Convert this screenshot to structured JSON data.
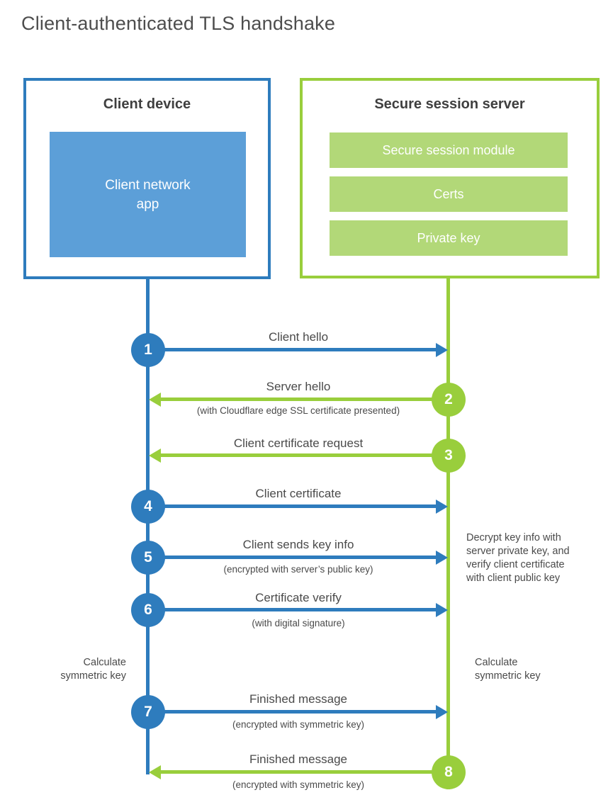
{
  "title": "Client-authenticated TLS handshake",
  "colors": {
    "blue_dark": "#2e7cbd",
    "blue_fill": "#5c9fd8",
    "green_bright": "#99ce3c",
    "green_fill": "#b2d878",
    "text": "#4a4a4a"
  },
  "client_box": {
    "title": "Client device",
    "app_lines": [
      "Client network",
      "app"
    ]
  },
  "server_box": {
    "title": "Secure session server",
    "modules": [
      "Secure session module",
      "Certs",
      "Private key"
    ]
  },
  "steps": [
    {
      "number": "1",
      "label": "Client hello",
      "sublabel": "",
      "from": "client",
      "direction": "right"
    },
    {
      "number": "2",
      "label": "Server hello",
      "sublabel": "(with Cloudflare edge SSL certificate presented)",
      "from": "server",
      "direction": "left"
    },
    {
      "number": "3",
      "label": "Client certificate request",
      "sublabel": "",
      "from": "server",
      "direction": "left"
    },
    {
      "number": "4",
      "label": "Client certificate",
      "sublabel": "",
      "from": "client",
      "direction": "right"
    },
    {
      "number": "5",
      "label": "Client sends key info",
      "sublabel": "(encrypted with server’s public key)",
      "from": "client",
      "direction": "right"
    },
    {
      "number": "6",
      "label": "Certificate verify",
      "sublabel": "(with digital signature)",
      "from": "client",
      "direction": "right"
    },
    {
      "number": "7",
      "label": "Finished message",
      "sublabel": "(encrypted with symmetric key)",
      "from": "client",
      "direction": "right"
    },
    {
      "number": "8",
      "label": "Finished message",
      "sublabel": "(encrypted with symmetric key)",
      "from": "server",
      "direction": "left"
    }
  ],
  "notes": {
    "decrypt": {
      "lines": [
        "Decrypt key info with",
        "server private key, and",
        "verify client certificate",
        "with client public key"
      ]
    },
    "calc_left": {
      "lines": [
        "Calculate",
        "symmetric key"
      ]
    },
    "calc_right": {
      "lines": [
        "Calculate",
        "symmetric key"
      ]
    }
  }
}
